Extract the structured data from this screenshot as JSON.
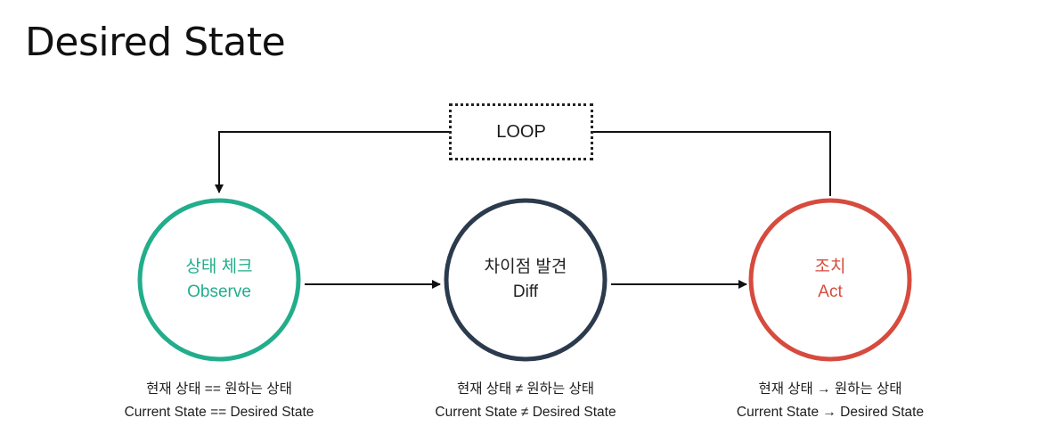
{
  "title": "Desired State",
  "loop": {
    "label": "LOOP"
  },
  "colors": {
    "observe": "#22ad8c",
    "diff": "#2b3a4c",
    "act": "#d64b3e",
    "line": "#111111"
  },
  "nodes": [
    {
      "id": "observe",
      "korean": "상태 체크",
      "english": "Observe",
      "caption_korean": "현재 상태 == 원하는 상태",
      "caption_english": "Current State == Desired State"
    },
    {
      "id": "diff",
      "korean": "차이점 발견",
      "english": "Diff",
      "caption_korean": "현재 상태 ≠ 원하는 상태",
      "caption_english": "Current State ≠ Desired State"
    },
    {
      "id": "act",
      "korean": "조치",
      "english": "Act",
      "caption_korean": "현재 상태 → 원하는 상태",
      "caption_english": "Current State → Desired State"
    }
  ]
}
